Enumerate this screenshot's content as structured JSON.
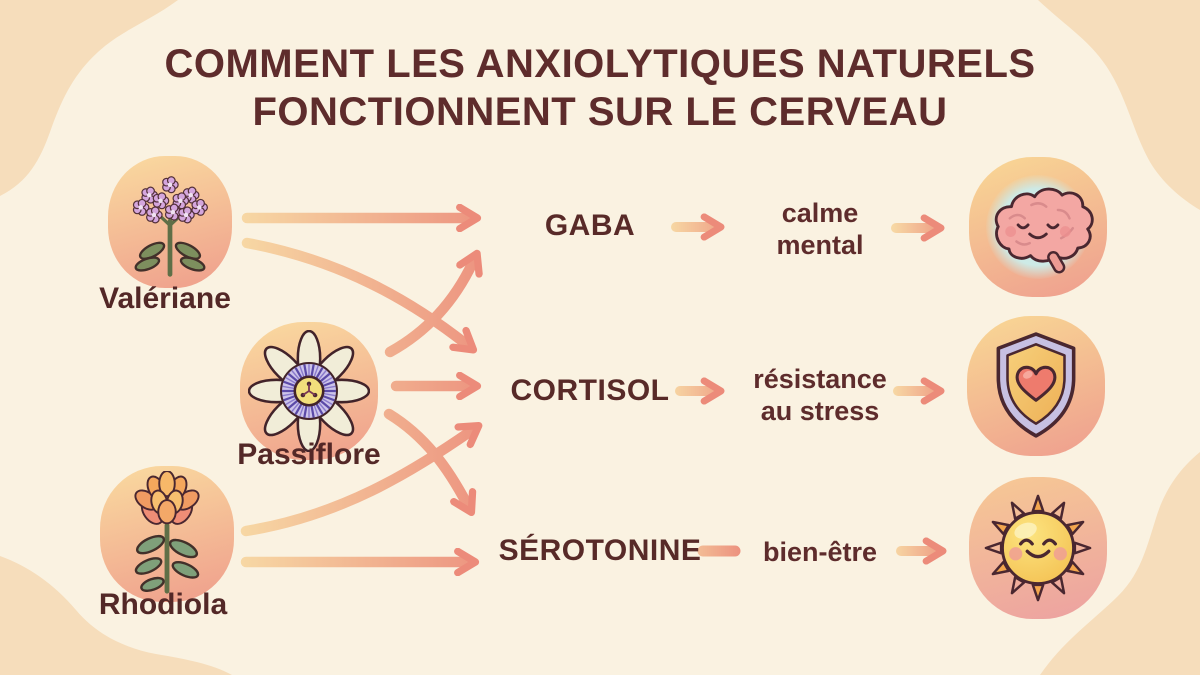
{
  "title": {
    "line1": "COMMENT LES ANXIOLYTIQUES NATURELS",
    "line2": "FONCTIONNENT SUR LE CERVEAU"
  },
  "plants": [
    {
      "label": "Valériane",
      "icon": "valerian-flower-icon"
    },
    {
      "label": "Passiflore",
      "icon": "passionflower-icon"
    },
    {
      "label": "Rhodiola",
      "icon": "rhodiola-flower-icon"
    }
  ],
  "pathways": [
    {
      "neurotransmitter": "GABA",
      "effect_lines": [
        "calme",
        "mental"
      ],
      "target_icon": "calm-brain-icon"
    },
    {
      "neurotransmitter": "CORTISOL",
      "effect_lines": [
        "résistance",
        "au stress"
      ],
      "target_icon": "shield-heart-icon"
    },
    {
      "neurotransmitter": "SÉROTONINE",
      "effect_lines": [
        "bien-être",
        ""
      ],
      "target_icon": "smiling-sun-icon"
    }
  ],
  "connections": [
    {
      "from": "Valériane",
      "to": "GABA"
    },
    {
      "from": "Valériane",
      "to": "CORTISOL"
    },
    {
      "from": "Passiflore",
      "to": "GABA"
    },
    {
      "from": "Passiflore",
      "to": "CORTISOL"
    },
    {
      "from": "Passiflore",
      "to": "SÉROTONINE"
    },
    {
      "from": "Rhodiola",
      "to": "CORTISOL"
    },
    {
      "from": "Rhodiola",
      "to": "SÉROTONINE"
    }
  ],
  "colors": {
    "background": "#faf2e1",
    "corner_blob": "#f6ddbb",
    "title_text": "#5e2c2c",
    "label_text": "#532827",
    "arrow_start": "#f7d8a4",
    "arrow_end": "#ec907e"
  }
}
